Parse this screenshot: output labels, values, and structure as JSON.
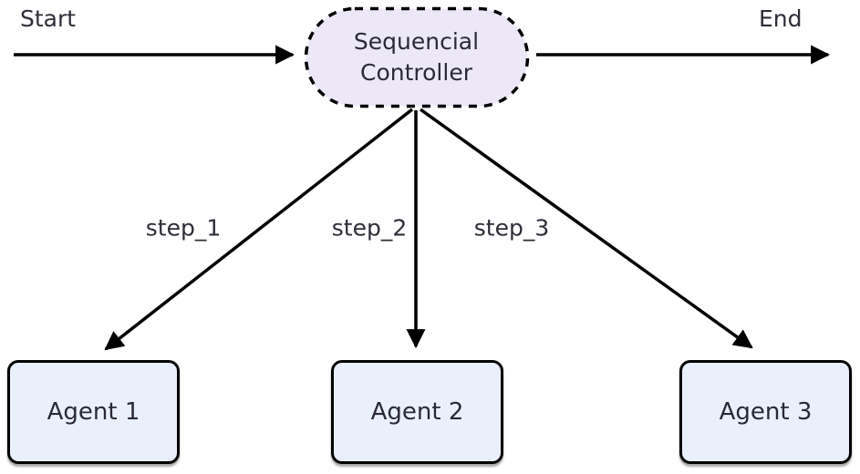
{
  "diagram": {
    "type": "flowchart",
    "start_label": "Start",
    "end_label": "End",
    "controller": {
      "line1": "Sequencial",
      "line2": "Controller",
      "shape": "dashed-stadium"
    },
    "edges": [
      {
        "from": "controller",
        "to": "Agent 1",
        "label": "step_1"
      },
      {
        "from": "controller",
        "to": "Agent 2",
        "label": "step_2"
      },
      {
        "from": "controller",
        "to": "Agent 3",
        "label": "step_3"
      }
    ],
    "agents": [
      {
        "label": "Agent 1"
      },
      {
        "label": "Agent 2"
      },
      {
        "label": "Agent 3"
      }
    ],
    "colors": {
      "controller_fill": "#ece8f8",
      "agent_fill": "#eaf0fb",
      "line": "#000000",
      "text": "#2a2a35"
    }
  }
}
